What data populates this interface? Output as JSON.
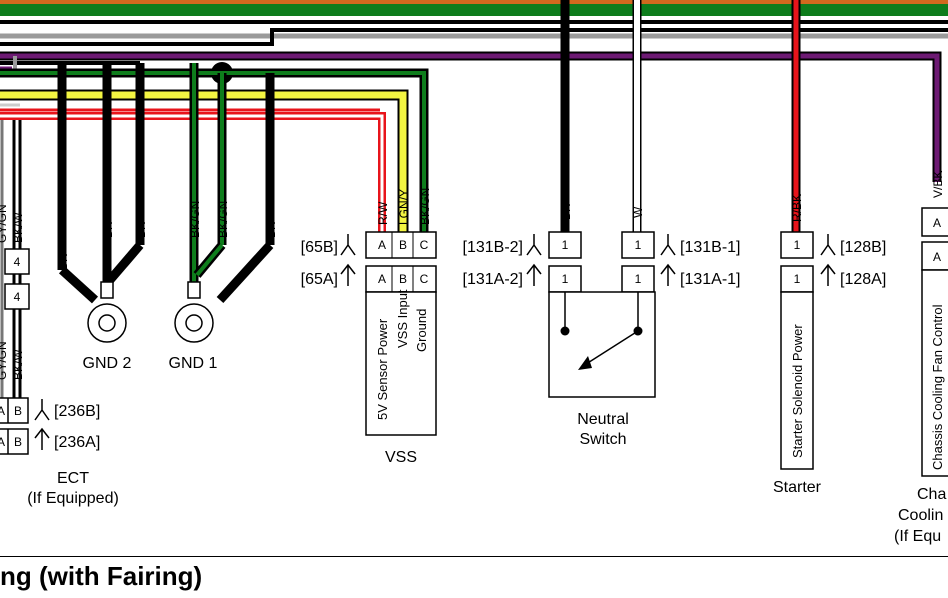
{
  "title": "ng (with Fairing)",
  "colors": {
    "black": "#000000",
    "red": "#e8141b",
    "green": "#0e7d1c",
    "yellow": "#f3f542",
    "purple": "#6d1a73",
    "gray": "#9b9b9b",
    "orange": "#d2691e",
    "white": "#ffffff"
  },
  "wire_labels": {
    "left_ghost_1": "GY/GN",
    "left_ghost_2": "GY/GN",
    "ect_bkw_top": "BK/W",
    "ect_bkw_bottom": "BK/W",
    "gnd2_bk_left": "BK",
    "gnd2_bk_a": "BK",
    "gnd2_bk_b": "BK",
    "gnd1_bkgn_a": "BK/GN",
    "gnd1_bkgn_b": "BK/GN",
    "gnd1_bk": "BK",
    "vss_rw": "R/W",
    "vss_lgny": "LGN/Y",
    "vss_bkgn": "BK/GN",
    "ns_bk": "BK",
    "ns_w": "W",
    "starter_rbk": "R/BK",
    "fan_vbk": "V/BK"
  },
  "pins": {
    "a": "A",
    "b": "B",
    "c": "C",
    "one": "1",
    "four": "4"
  },
  "refs": {
    "r236b": "[236B]",
    "r236a": "[236A]",
    "r65b": "[65B]",
    "r65a": "[65A]",
    "r131b2": "[131B-2]",
    "r131a2": "[131A-2]",
    "r131b1": "[131B-1]",
    "r131a1": "[131A-1]",
    "r128b": "[128B]",
    "r128a": "[128A]"
  },
  "components": {
    "gnd2": "GND 2",
    "gnd1": "GND 1",
    "ect": "ECT",
    "ect_sub": "(If Equipped)",
    "vss": "VSS",
    "vss_pin_a": "5V Sensor Power",
    "vss_pin_b": "VSS Input",
    "vss_pin_c": "Ground",
    "neutral_1": "Neutral",
    "neutral_2": "Switch",
    "starter": "Starter",
    "starter_pin": "Starter Solenoid Power",
    "fan_pin": "Chassis Cooling Fan Control",
    "fan_1": "Cha",
    "fan_2": "Coolin",
    "fan_3": "(If Equ"
  }
}
